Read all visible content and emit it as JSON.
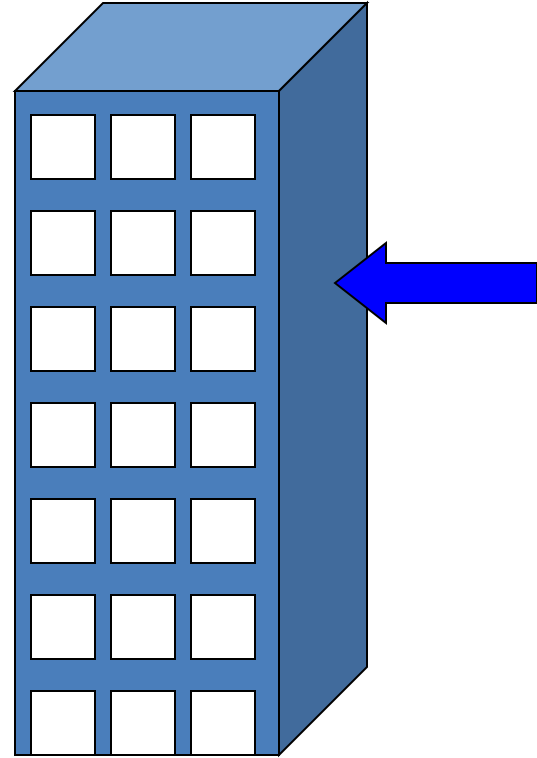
{
  "building": {
    "colors": {
      "front": "#4a7ebb",
      "side": "#416b9c",
      "top": "#739fcf",
      "window": "#ffffff",
      "outline": "#000000"
    },
    "floors": 7,
    "windows_per_floor": 3
  },
  "arrow": {
    "direction": "left",
    "color": "#0000ff",
    "outline": "#000000"
  }
}
